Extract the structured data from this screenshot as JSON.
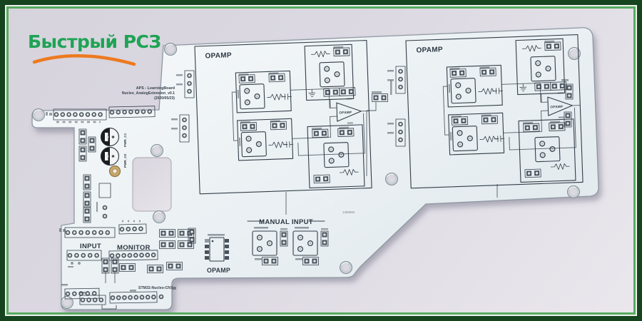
{
  "logo": {
    "text": "Быстрый РСЗ",
    "color": "#1ea355",
    "arc_color": "#ed7a1f"
  },
  "frame": {
    "outer_color": "#16441f",
    "inner_line_color": "#58ab60",
    "white_line_color": "#eff3ee"
  },
  "background": {
    "color_top": "#d6d3dc",
    "color_bottom": "#eae7ed"
  },
  "board": {
    "color": "#f0f5f8",
    "silkscreen_color": "#333e48",
    "title": {
      "line1": "APS - LearningBoard",
      "line2": "Nucleo_AnalogExtension_v0.1",
      "line3": "(2020/05/23)"
    },
    "serial": "1406093",
    "sections": {
      "opamp_left": {
        "label": "OPAMP",
        "triangle_label": "OPAMP"
      },
      "opamp_right": {
        "label": "OPAMP",
        "triangle_label": "OPAMP"
      },
      "manual_input": {
        "label": "MANUAL INPUT"
      },
      "input": {
        "label": "INPUT"
      },
      "monitor": {
        "label": "MONITOR"
      },
      "opamp_ic": {
        "label": "OPAMP"
      },
      "nucleo": {
        "label": "STM32-Nucleo-CN7"
      },
      "power": {
        "cap_top_label": "PWR_C1",
        "cap_bottom_label": "PWR_C0"
      }
    }
  }
}
